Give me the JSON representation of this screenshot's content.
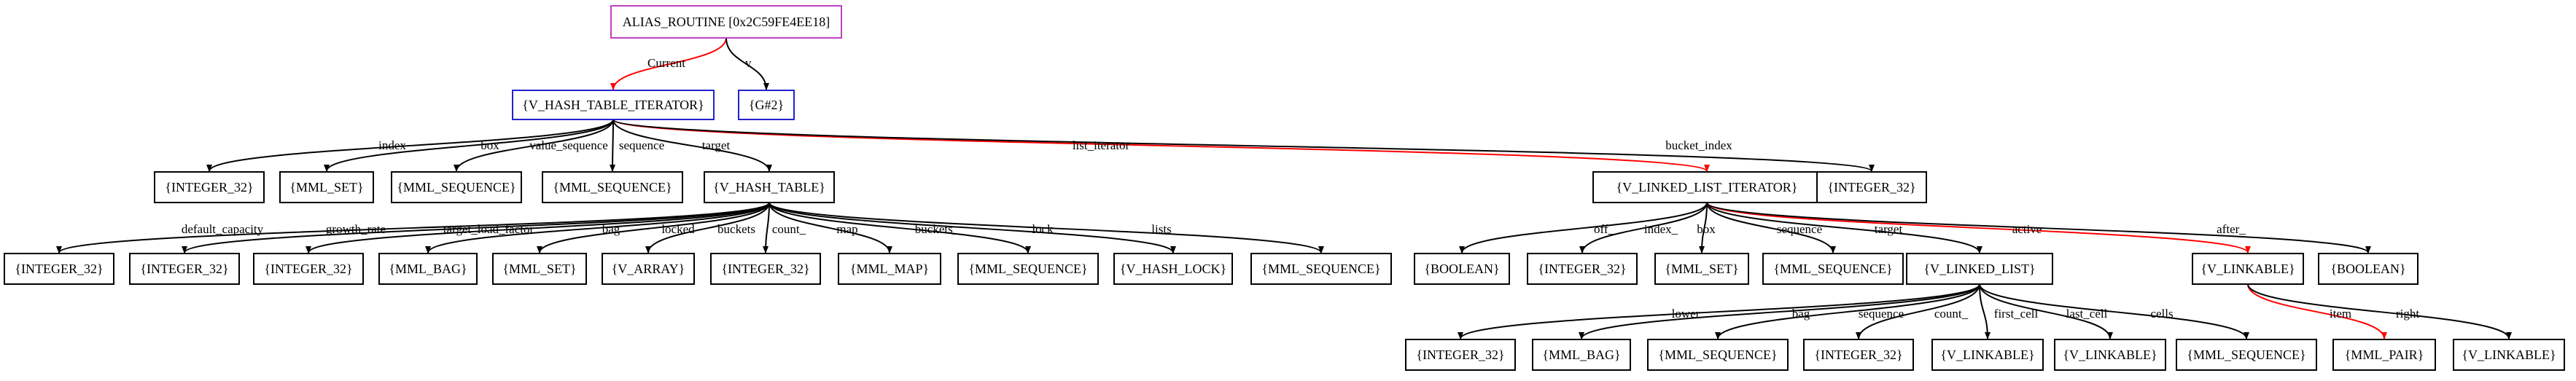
{
  "colors": {
    "default": "#000000",
    "root": "#c040c0",
    "focus": "#2222cc",
    "highlight": "#ff0000"
  },
  "nodes": {
    "alias_routine": "ALIAS_ROUTINE [0x2C59FE4EE18]",
    "hash_iter": "{V_HASH_TABLE_ITERATOR}",
    "g2": "{G#2}",
    "int_index": "{INTEGER_32}",
    "mml_set_box": "{MML_SET}",
    "mml_seq_value": "{MML_SEQUENCE}",
    "mml_seq_sequence": "{MML_SEQUENCE}",
    "hash_table": "{V_HASH_TABLE}",
    "ll_iter": "{V_LINKED_LIST_ITERATOR}",
    "int_bucket_index": "{INTEGER_32}",
    "int_default_capacity": "{INTEGER_32}",
    "int_growth_rate": "{INTEGER_32}",
    "int_target_load_factor": "{INTEGER_32}",
    "mml_bag": "{MML_BAG}",
    "mml_set_locked": "{MML_SET}",
    "v_array": "{V_ARRAY}",
    "int_count": "{INTEGER_32}",
    "mml_map": "{MML_MAP}",
    "mml_seq_buckets": "{MML_SEQUENCE}",
    "v_hash_lock": "{V_HASH_LOCK}",
    "mml_seq_lists": "{MML_SEQUENCE}",
    "bool_off": "{BOOLEAN}",
    "int_index_ll": "{INTEGER_32}",
    "mml_set_ll_box": "{MML_SET}",
    "mml_seq_ll_sequence": "{MML_SEQUENCE}",
    "linked_list": "{V_LINKED_LIST}",
    "v_linkable_active": "{V_LINKABLE}",
    "bool_after": "{BOOLEAN}",
    "int_lower": "{INTEGER_32}",
    "mml_bag_ll": "{MML_BAG}",
    "mml_seq_ll2": "{MML_SEQUENCE}",
    "int_count_ll": "{INTEGER_32}",
    "v_linkable_first": "{V_LINKABLE}",
    "v_linkable_last": "{V_LINKABLE}",
    "mml_seq_cells": "{MML_SEQUENCE}",
    "mml_pair": "{MML_PAIR}",
    "v_linkable_right": "{V_LINKABLE}"
  },
  "edges": [
    {
      "from": "alias_routine",
      "to": "hash_iter",
      "label": "Current",
      "color": "highlight"
    },
    {
      "from": "alias_routine",
      "to": "g2",
      "label": "v",
      "color": "default"
    },
    {
      "from": "hash_iter",
      "to": "int_index",
      "label": "index",
      "color": "default"
    },
    {
      "from": "hash_iter",
      "to": "mml_set_box",
      "label": "box",
      "color": "default"
    },
    {
      "from": "hash_iter",
      "to": "mml_seq_value",
      "label": "value_sequence",
      "color": "default"
    },
    {
      "from": "hash_iter",
      "to": "mml_seq_sequence",
      "label": "sequence",
      "color": "default"
    },
    {
      "from": "hash_iter",
      "to": "hash_table",
      "label": "target",
      "color": "default"
    },
    {
      "from": "hash_iter",
      "to": "ll_iter",
      "label": "list_iterator",
      "color": "highlight"
    },
    {
      "from": "hash_iter",
      "to": "int_bucket_index",
      "label": "bucket_index",
      "color": "default"
    },
    {
      "from": "hash_table",
      "to": "int_default_capacity",
      "label": "default_capacity",
      "color": "default"
    },
    {
      "from": "hash_table",
      "to": "int_growth_rate",
      "label": "growth_rate",
      "color": "default"
    },
    {
      "from": "hash_table",
      "to": "int_target_load_factor",
      "label": "target_load_factor",
      "color": "default"
    },
    {
      "from": "hash_table",
      "to": "mml_bag",
      "label": "bag",
      "color": "default"
    },
    {
      "from": "hash_table",
      "to": "mml_set_locked",
      "label": "locked",
      "color": "default"
    },
    {
      "from": "hash_table",
      "to": "v_array",
      "label": "buckets",
      "color": "default"
    },
    {
      "from": "hash_table",
      "to": "int_count",
      "label": "count_",
      "color": "default"
    },
    {
      "from": "hash_table",
      "to": "mml_map",
      "label": "map",
      "color": "default"
    },
    {
      "from": "hash_table",
      "to": "mml_seq_buckets",
      "label": "buckets_",
      "color": "default"
    },
    {
      "from": "hash_table",
      "to": "v_hash_lock",
      "label": "lock",
      "color": "default"
    },
    {
      "from": "hash_table",
      "to": "mml_seq_lists",
      "label": "lists",
      "color": "default"
    },
    {
      "from": "ll_iter",
      "to": "bool_off",
      "label": "off_",
      "color": "default"
    },
    {
      "from": "ll_iter",
      "to": "int_index_ll",
      "label": "index_",
      "color": "default"
    },
    {
      "from": "ll_iter",
      "to": "mml_set_ll_box",
      "label": "box",
      "color": "default"
    },
    {
      "from": "ll_iter",
      "to": "mml_seq_ll_sequence",
      "label": "sequence",
      "color": "default"
    },
    {
      "from": "ll_iter",
      "to": "linked_list",
      "label": "target",
      "color": "default"
    },
    {
      "from": "ll_iter",
      "to": "v_linkable_active",
      "label": "active",
      "color": "highlight"
    },
    {
      "from": "ll_iter",
      "to": "bool_after",
      "label": "after_",
      "color": "default"
    },
    {
      "from": "linked_list",
      "to": "int_lower",
      "label": "lower",
      "color": "default"
    },
    {
      "from": "linked_list",
      "to": "mml_bag_ll",
      "label": "bag",
      "color": "default"
    },
    {
      "from": "linked_list",
      "to": "mml_seq_ll2",
      "label": "sequence",
      "color": "default"
    },
    {
      "from": "linked_list",
      "to": "int_count_ll",
      "label": "count_",
      "color": "default"
    },
    {
      "from": "linked_list",
      "to": "v_linkable_first",
      "label": "first_cell",
      "color": "default"
    },
    {
      "from": "linked_list",
      "to": "v_linkable_last",
      "label": "last_cell",
      "color": "default"
    },
    {
      "from": "linked_list",
      "to": "mml_seq_cells",
      "label": "cells",
      "color": "default"
    },
    {
      "from": "v_linkable_active",
      "to": "mml_pair",
      "label": "item",
      "color": "highlight"
    },
    {
      "from": "v_linkable_active",
      "to": "v_linkable_right",
      "label": "right",
      "color": "default"
    }
  ]
}
